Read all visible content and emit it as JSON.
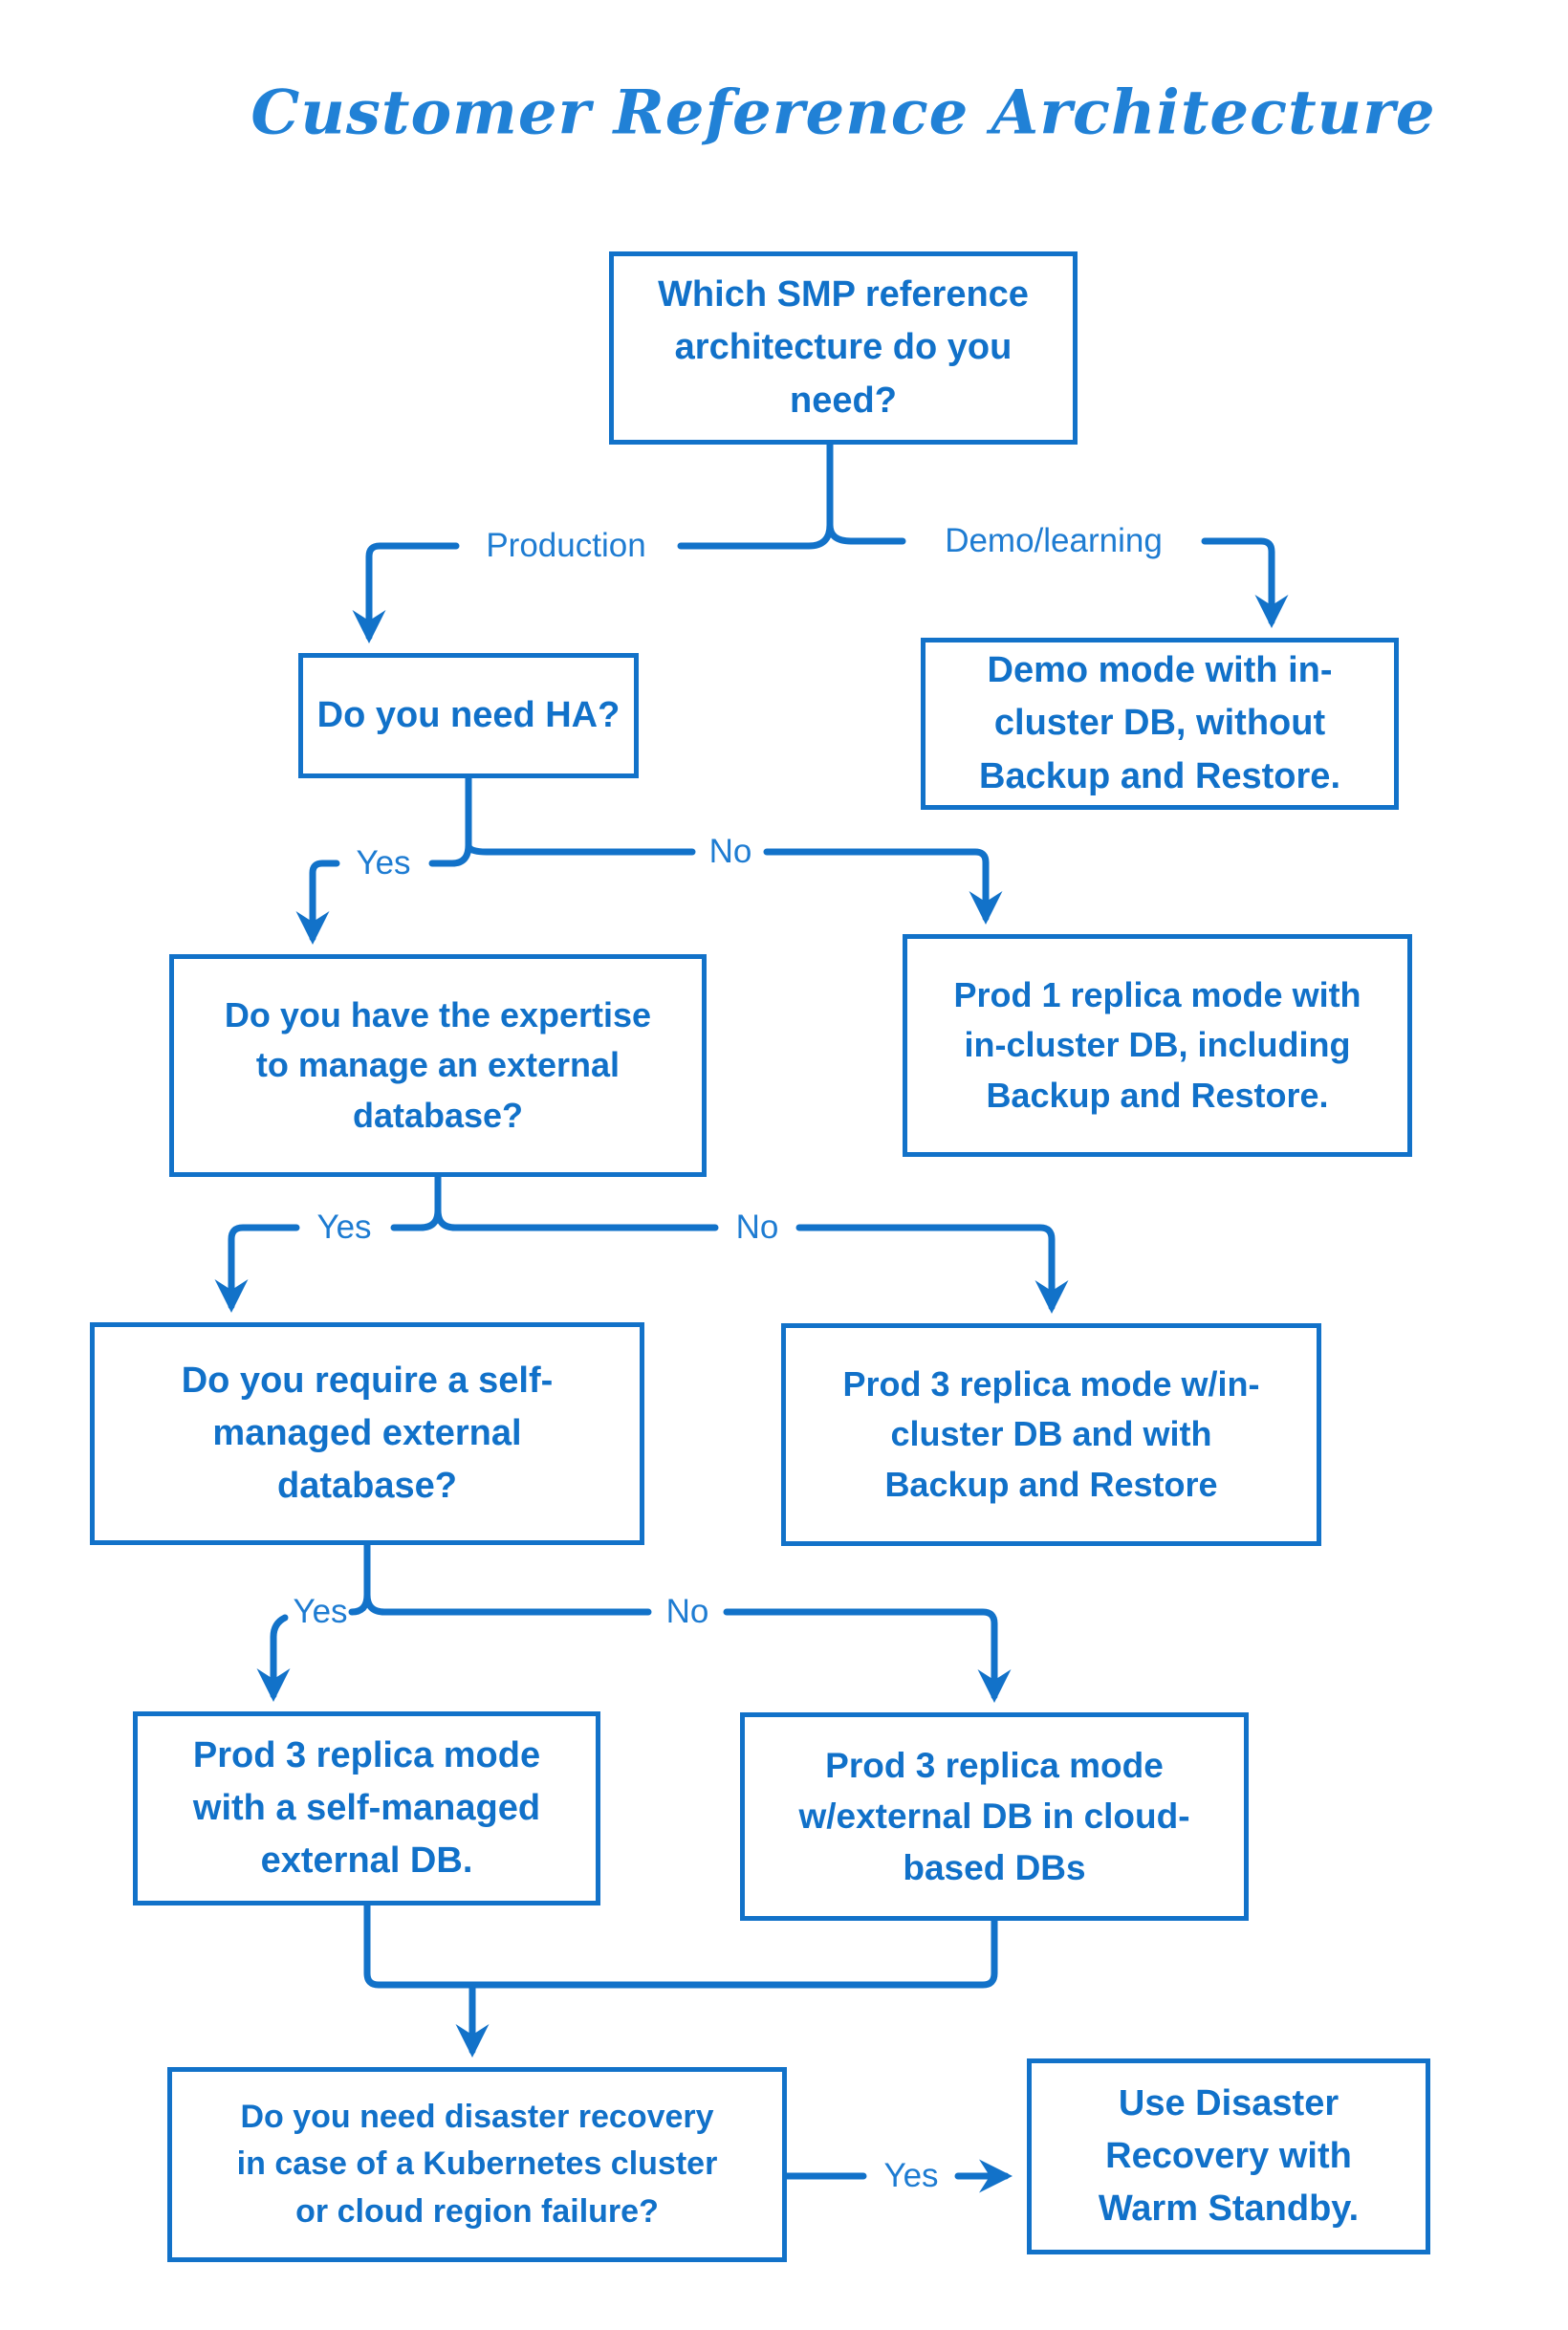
{
  "title": "Customer Reference Architecture",
  "accent_color": "#1272c9",
  "nodes": [
    {
      "id": "top-question",
      "lines": [
        "Which SMP reference",
        "architecture do you",
        "need?"
      ]
    },
    {
      "id": "ha-question",
      "lines": [
        "Do you need HA?"
      ]
    },
    {
      "id": "demo-result",
      "lines": [
        "Demo mode with in-",
        "cluster DB, without",
        "Backup and Restore."
      ]
    },
    {
      "id": "expertise-question",
      "lines": [
        "Do you have the expertise",
        "to manage an external",
        "database?"
      ]
    },
    {
      "id": "prod1-result",
      "lines": [
        "Prod 1 replica mode with",
        "in-cluster DB, including",
        "Backup and Restore."
      ]
    },
    {
      "id": "selfmanaged-question",
      "lines": [
        "Do you require a self-",
        "managed external",
        "database?"
      ]
    },
    {
      "id": "prod3-incluster-result",
      "lines": [
        "Prod 3 replica mode w/in-",
        "cluster DB and with",
        "Backup and Restore"
      ]
    },
    {
      "id": "prod3-selfmanaged-result",
      "lines": [
        "Prod 3 replica mode",
        "with a self-managed",
        "external DB."
      ]
    },
    {
      "id": "prod3-cloud-result",
      "lines": [
        "Prod 3 replica mode",
        "w/external DB in cloud-",
        "based DBs"
      ]
    },
    {
      "id": "dr-question",
      "lines": [
        "Do you need disaster recovery",
        "in case of a Kubernetes cluster",
        "or cloud region failure?"
      ]
    },
    {
      "id": "dr-result",
      "lines": [
        "Use Disaster",
        "Recovery with",
        "Warm Standby."
      ]
    }
  ],
  "edge_labels": {
    "production": "Production",
    "demo_learning": "Demo/learning",
    "ha_yes": "Yes",
    "ha_no": "No",
    "expertise_yes": "Yes",
    "expertise_no": "No",
    "selfmanaged_yes": "Yes",
    "selfmanaged_no": "No",
    "dr_yes": "Yes"
  }
}
